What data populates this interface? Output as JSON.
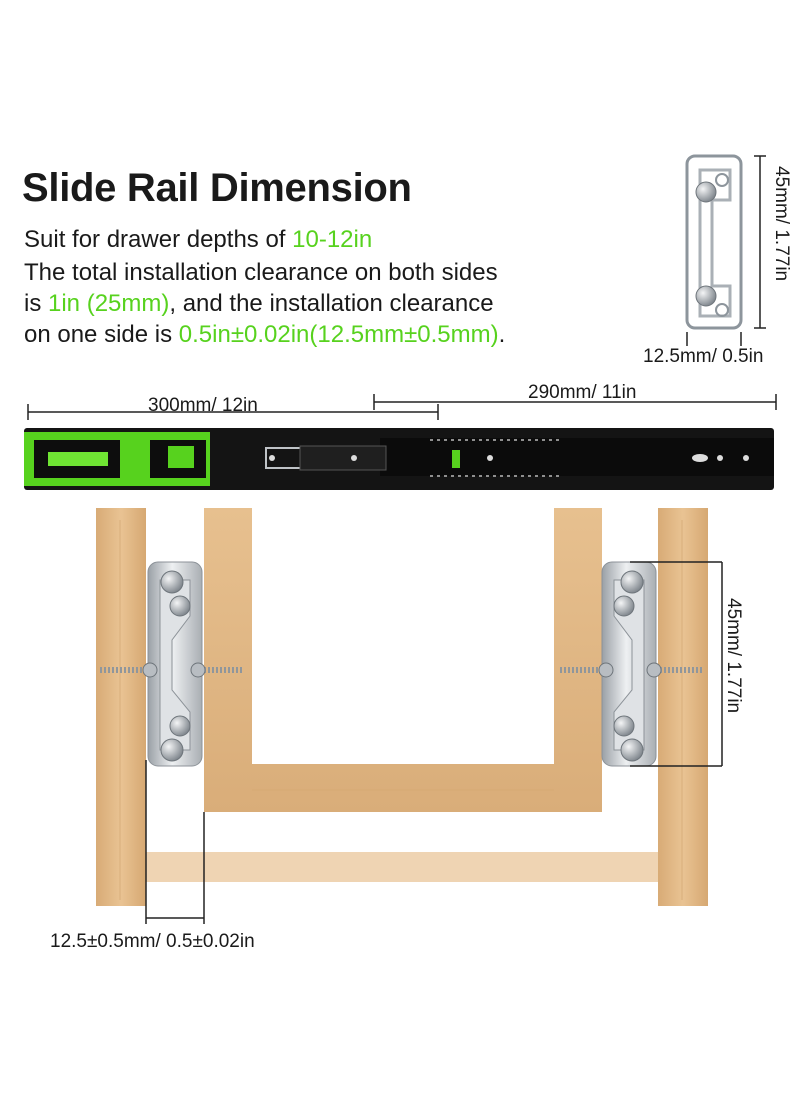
{
  "title": "Slide Rail Dimension",
  "description": {
    "line1": {
      "text": "Suit for drawer depths of ",
      "highlight": "10-12in"
    },
    "line2": {
      "text": "The total installation clearance on both sides"
    },
    "line3": {
      "pre": "is ",
      "highlight": "1in (25mm)",
      "post": ", and the installation clearance"
    },
    "line4": {
      "pre": "on one side is ",
      "highlight": "0.5in±0.02in(12.5mm±0.5mm)",
      "post": "."
    }
  },
  "dimensions": {
    "profile_height": "45mm/ 1.77in",
    "profile_width": "12.5mm/ 0.5in",
    "closed_length": "300mm/ 12in",
    "extension_length": "290mm/ 11in",
    "installed_height": "45mm/ 1.77in",
    "side_clearance": "12.5±0.5mm/ 0.5±0.02in"
  },
  "colors": {
    "accent_green": "#57d21e",
    "text": "#1a1a1a",
    "wood": "#e2b988",
    "wood_dark": "#c99b66",
    "rail_black": "#111111",
    "steel": "#c9cdd1"
  }
}
